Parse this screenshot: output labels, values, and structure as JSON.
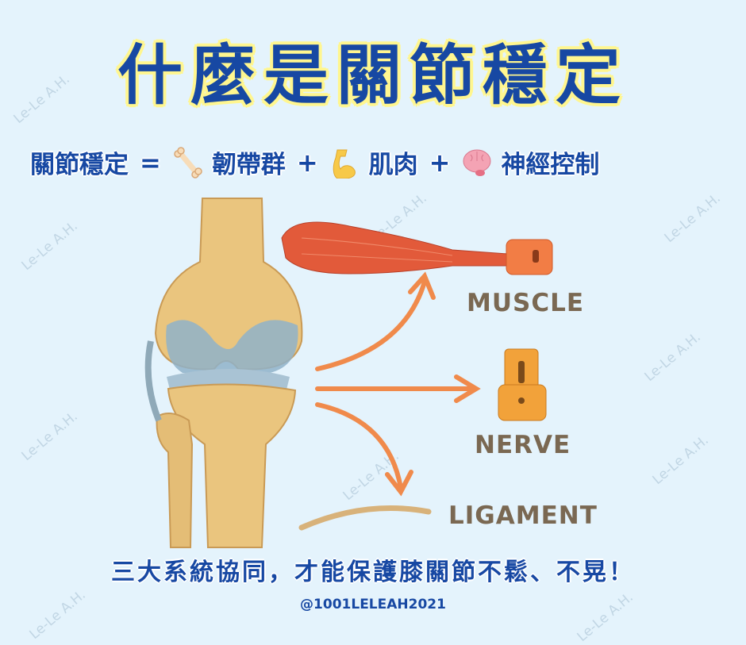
{
  "watermark": "Le-Le A.H.",
  "title": "什麼是關節穩定",
  "equation": {
    "lhs": "關節穩定",
    "equals": "=",
    "terms": [
      {
        "icon": "bone-icon",
        "label": "韌帶群"
      },
      {
        "icon": "flexed-biceps-icon",
        "label": "肌肉"
      },
      {
        "icon": "brain-icon",
        "label": "神經控制"
      }
    ],
    "plus": "+"
  },
  "diagram": {
    "labels": {
      "muscle": "MUSCLE",
      "nerve": "NERVE",
      "ligament": "LIGAMENT"
    }
  },
  "bottom_text": "三大系統協同，才能保護膝關節不鬆、不晃！",
  "handle": "@1001LELEAH2021",
  "colors": {
    "title": "#1748a3",
    "title_outline": "#fff68f",
    "background": "#e4f3fc",
    "arrow": "#f08a4b",
    "label": "#7a6852"
  }
}
